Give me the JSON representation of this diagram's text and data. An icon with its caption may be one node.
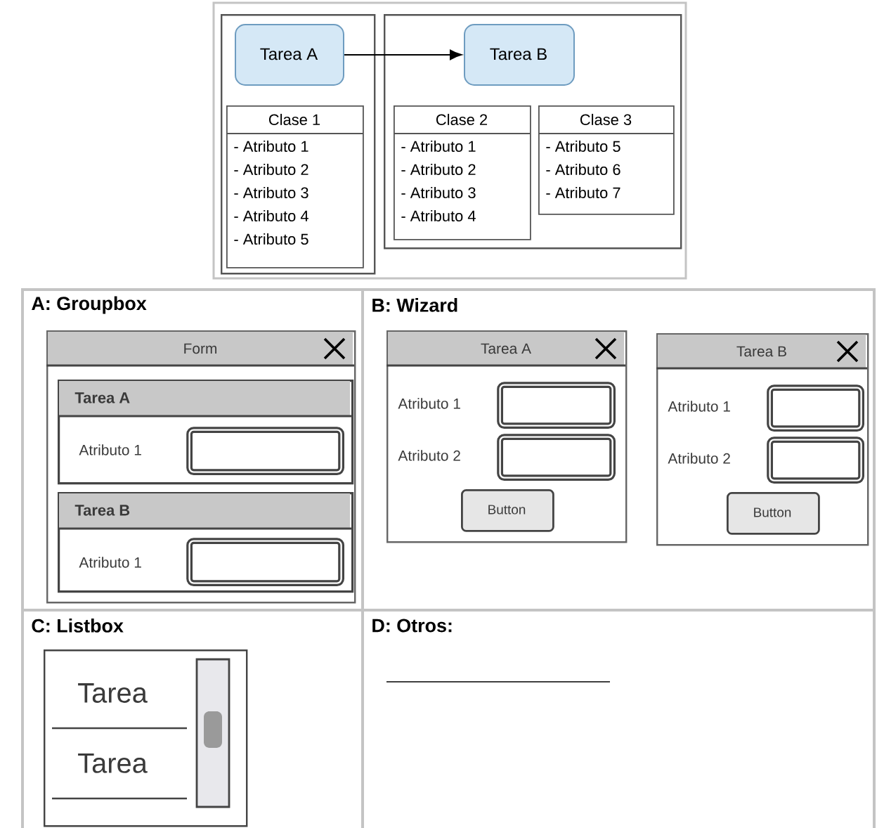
{
  "diagram": {
    "nodes": [
      {
        "text": [],
        "shape": "box"
      },
      {
        "text": [
          "Tarea A"
        ],
        "in": 0
      },
      {
        "text": [
          "Clase 1",
          "- Atributo 1",
          "- Atributo 2",
          "- Atributo 3",
          "- Atributo 4",
          "- Atributo 5"
        ],
        "in": 0
      },
      {
        "text": [],
        "shape": "box"
      },
      {
        "text": [
          "Tarea B"
        ],
        "in": 3
      },
      {
        "text": [
          "Clase 2",
          "- Atributo 1",
          "- Atributo 2",
          "- Atributo 3",
          "- Atributo 4"
        ],
        "in": 3
      },
      {
        "text": [
          "Clase 3",
          "- Atributo 5",
          "- Atributo 6",
          "- Atributo 7"
        ],
        "in": 3
      },
      {
        "text": [
          "A: Groupbox"
        ]
      },
      {
        "text": [
          "Form"
        ],
        "in": 7
      },
      {
        "text": [
          "Tarea A",
          "Atributo 1"
        ],
        "in": 8
      },
      {
        "text": [],
        "shape": "box",
        "in": 9
      },
      {
        "text": [
          "Tarea B",
          "Atributo 1"
        ],
        "in": 8
      },
      {
        "text": [],
        "shape": "box",
        "in": 11
      },
      {
        "text": [
          "B: Wizard"
        ]
      },
      {
        "text": [
          "Tarea A",
          "Atributo 1",
          "Atributo 2"
        ],
        "in": 13
      },
      {
        "text": [],
        "shape": "box",
        "in": 14
      },
      {
        "text": [],
        "shape": "box",
        "in": 14
      },
      {
        "text": [
          "Button"
        ],
        "in": 14
      },
      {
        "text": [
          "Tarea B",
          "Atributo 1",
          "Atributo 2"
        ],
        "in": 13
      },
      {
        "text": [],
        "shape": "box",
        "in": 18
      },
      {
        "text": [],
        "shape": "box",
        "in": 18
      },
      {
        "text": [
          "Button"
        ],
        "in": 18
      },
      {
        "text": [
          "C: Listbox"
        ]
      },
      {
        "text": [
          "Tarea",
          "Tarea"
        ],
        "in": 22
      },
      {
        "text": [
          "D: Otros:"
        ]
      }
    ],
    "edges": [
      {
        "from": 1,
        "to": 4,
        "arrow": "to"
      }
    ]
  }
}
